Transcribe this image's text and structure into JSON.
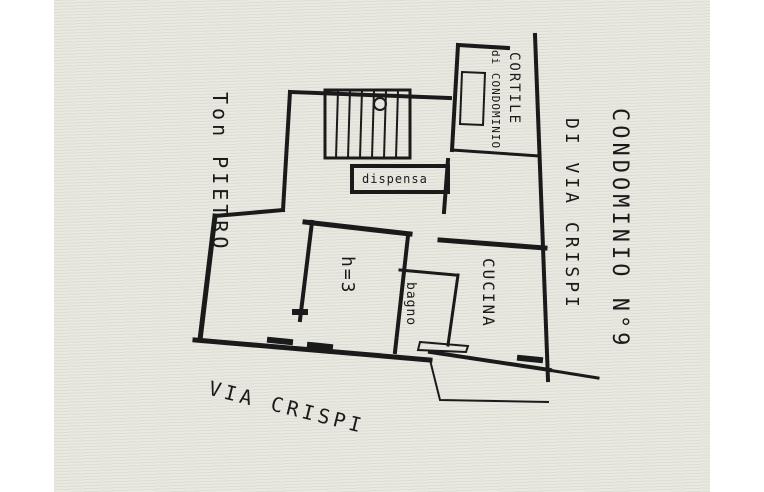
{
  "labels": {
    "condominio": "CONDOMINIO N°9",
    "via_crispi_side": "DI VIA CRISPI",
    "cortile_1": "CORTILE",
    "cortile_2": "di CONDOMINIO",
    "street_left": "Ton PIETRO",
    "street_bottom": "VIA CRISPI",
    "dispensa": "dispensa",
    "cucina": "CUCINA",
    "bagno": "bagno",
    "room_height": "h=3"
  },
  "colors": {
    "ink": "#1a1a1a",
    "paper": "#e9e9e2"
  }
}
